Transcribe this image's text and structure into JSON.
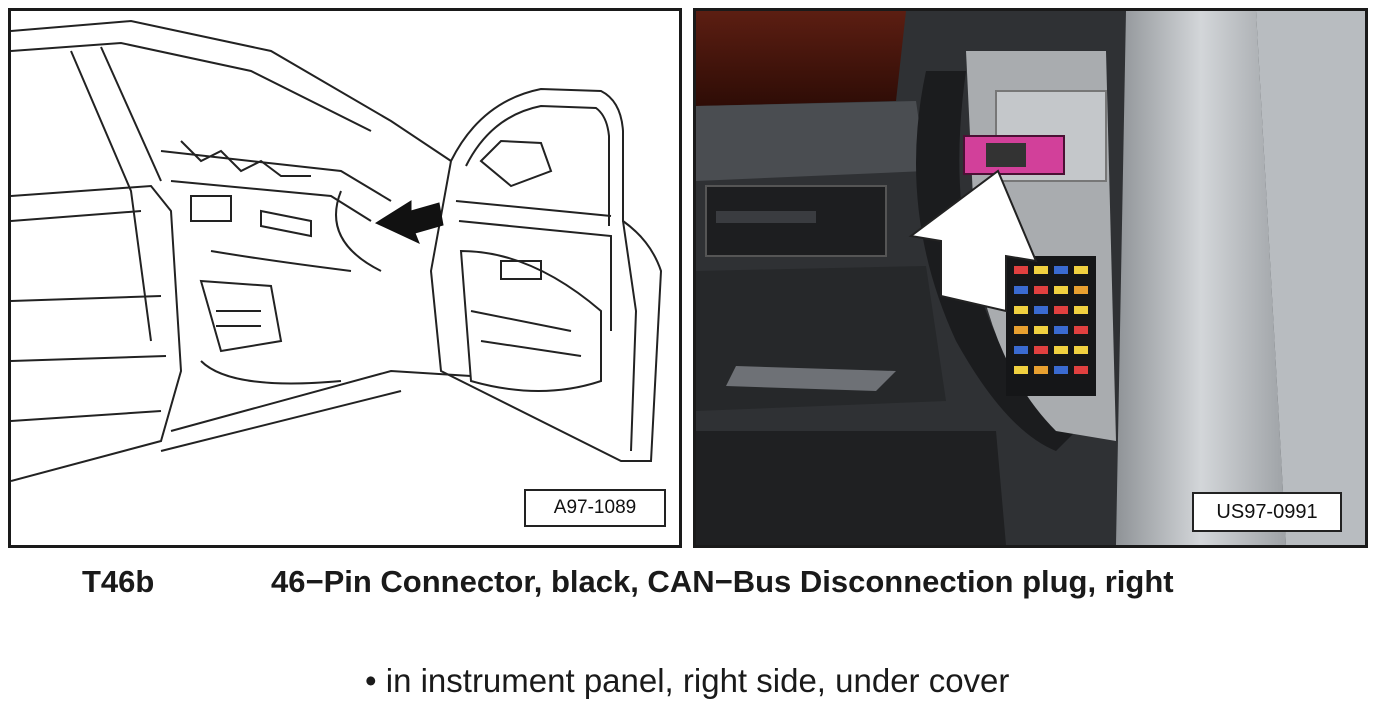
{
  "figures": {
    "left_reference": "A97-1089",
    "right_reference": "US97-0991"
  },
  "component": {
    "code": "T46b",
    "title": "46−Pin Connector, black, CAN−Bus Disconnection plug, right"
  },
  "location": {
    "bullet": "•",
    "text": "in instrument panel, right side, under cover"
  }
}
